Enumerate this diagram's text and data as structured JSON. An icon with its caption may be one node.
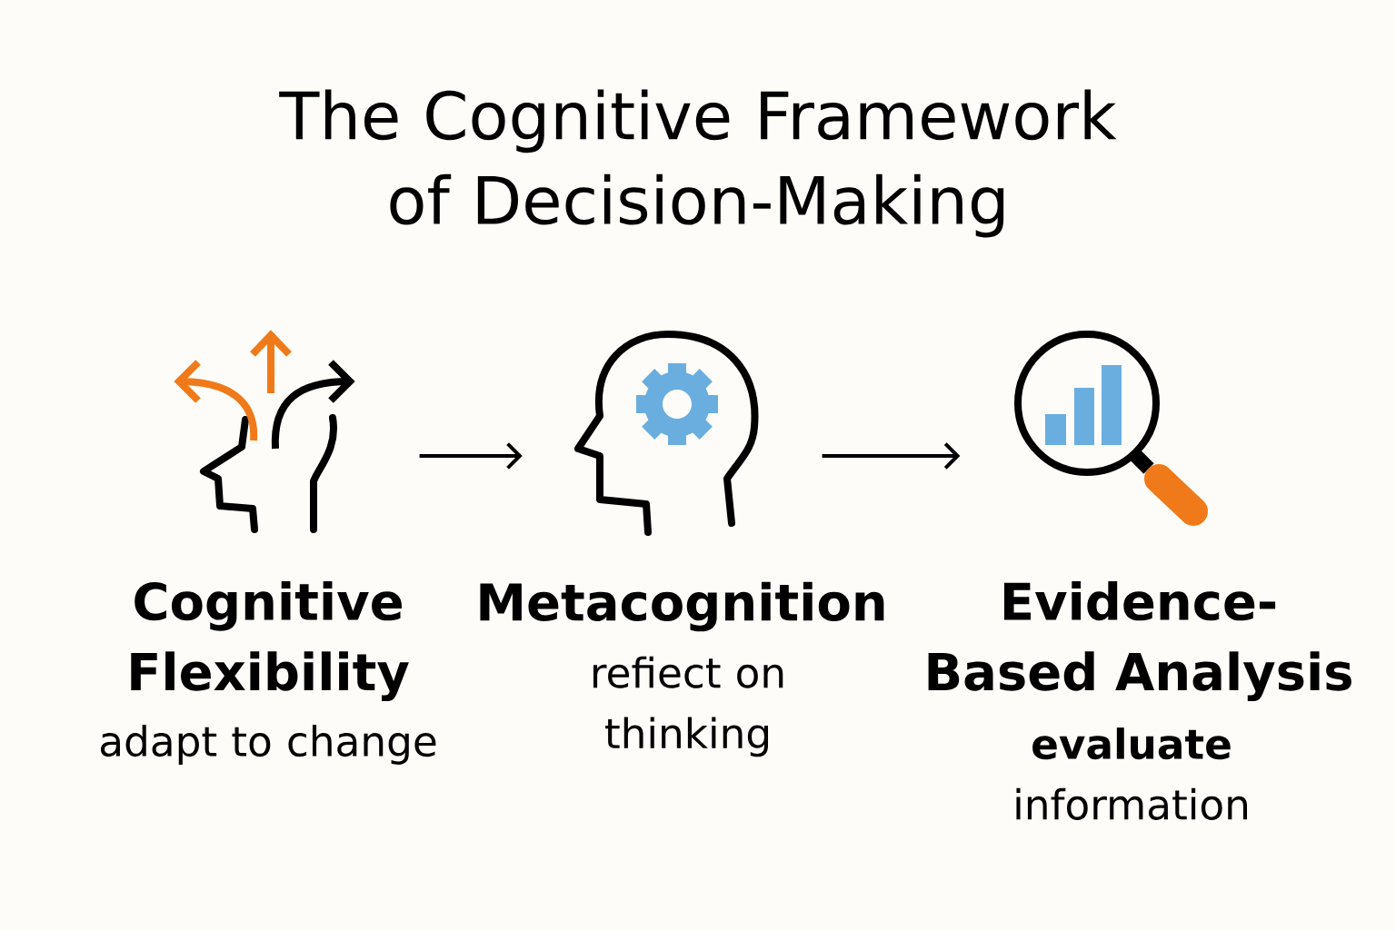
{
  "diagram": {
    "title": "The Cognitive Framework of Decision-Making",
    "nodes": [
      {
        "text": [],
        "shape": "picture"
      },
      {
        "text": [],
        "shape": "picture"
      },
      {
        "text": [],
        "shape": "picture"
      }
    ],
    "edges": [
      {
        "from": 0,
        "to": 1,
        "arrow": "to"
      },
      {
        "from": 1,
        "to": 2,
        "arrow": "to"
      }
    ],
    "labels": [
      "Cognitive Flexibility",
      "Metacognition",
      "Evidence-Based Analysis",
      "adapt to change",
      "refiect on thinking",
      "**evaluate** information"
    ]
  }
}
